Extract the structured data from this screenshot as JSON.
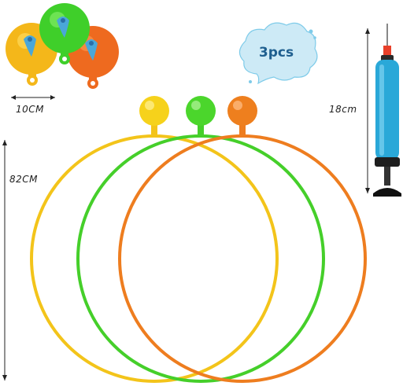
{
  "quantity_badge": {
    "text": "3pcs"
  },
  "dimensions": {
    "balloon_width": "10CM",
    "hoop_diameter": "82CM",
    "pump_height": "18cm"
  },
  "colors": {
    "yellow": "#f3c41a",
    "green": "#45cf2a",
    "orange": "#ee7d1f",
    "pump_blue": "#2aa8d8",
    "badge_fill": "#cdeaf6"
  },
  "icons": {
    "balloons": "balloon-icon",
    "pump": "hand-pump-icon",
    "badge": "speech-bubble-icon"
  }
}
